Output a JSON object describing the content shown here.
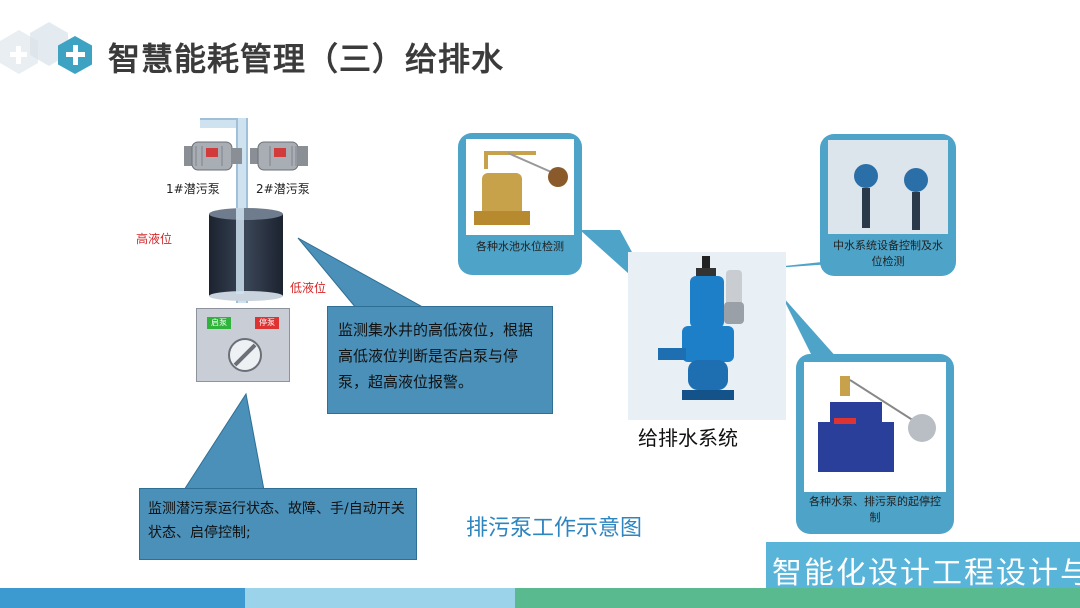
{
  "title": "智慧能耗管理（三）给排水",
  "diagram": {
    "pump1": "1#潜污泵",
    "pump2": "2#潜污泵",
    "high_level": "高液位",
    "low_level": "低液位",
    "btn_start": "启泵",
    "btn_stop": "停泵",
    "callout_level": "监测集水井的高低液位，根据高低液位判断是否启泵与停泵，超高液位报警。",
    "callout_status": "监测潜污泵运行状态、故障、手/自动开关状态、启停控制;",
    "caption": "排污泵工作示意图"
  },
  "system": {
    "center_label": "给排水系统",
    "bubble_left": "各种水池水位检测",
    "bubble_right": "中水系统设备控制及水位检测",
    "bubble_bottom": "各种水泵、排污泵的起停控制"
  },
  "watermark": "智能化设计工程设计与施工",
  "colors": {
    "accent_blue": "#4a90b8",
    "bubble_blue": "#4da3c8",
    "caption": "#2e86c1",
    "level_red": "#d62728"
  }
}
